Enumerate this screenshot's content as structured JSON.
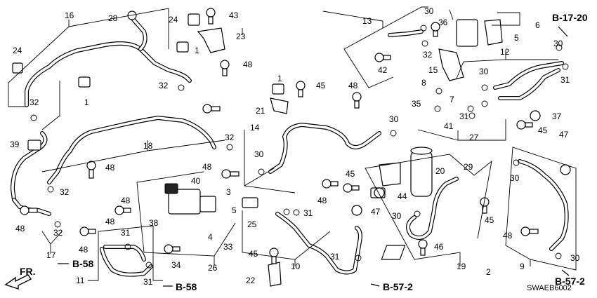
{
  "diagram": {
    "code": "SWAEB6002",
    "fr_label": "FR.",
    "callouts": [
      {
        "text": "16"
      },
      {
        "text": "28"
      },
      {
        "text": "24"
      },
      {
        "text": "43"
      },
      {
        "text": "23"
      },
      {
        "text": "1"
      },
      {
        "text": "48"
      },
      {
        "text": "32"
      },
      {
        "text": "24"
      },
      {
        "text": "1"
      },
      {
        "text": "32"
      },
      {
        "text": "39"
      },
      {
        "text": "18"
      },
      {
        "text": "48"
      },
      {
        "text": "32"
      },
      {
        "text": "48"
      },
      {
        "text": "32"
      },
      {
        "text": "17"
      },
      {
        "text": "48"
      },
      {
        "text": "31"
      },
      {
        "text": "11"
      },
      {
        "text": "31"
      },
      {
        "text": "34"
      },
      {
        "text": "38"
      },
      {
        "text": "40"
      },
      {
        "text": "48"
      },
      {
        "text": "48"
      },
      {
        "text": "3"
      },
      {
        "text": "5"
      },
      {
        "text": "4"
      },
      {
        "text": "33"
      },
      {
        "text": "26"
      },
      {
        "text": "1"
      },
      {
        "text": "45"
      },
      {
        "text": "21"
      },
      {
        "text": "48"
      },
      {
        "text": "32"
      },
      {
        "text": "14"
      },
      {
        "text": "30"
      },
      {
        "text": "48"
      },
      {
        "text": "45"
      },
      {
        "text": "48"
      },
      {
        "text": "25"
      },
      {
        "text": "31"
      },
      {
        "text": "47"
      },
      {
        "text": "45"
      },
      {
        "text": "10"
      },
      {
        "text": "31"
      },
      {
        "text": "22"
      },
      {
        "text": "13"
      },
      {
        "text": "30"
      },
      {
        "text": "36"
      },
      {
        "text": "32"
      },
      {
        "text": "42"
      },
      {
        "text": "30"
      },
      {
        "text": "15"
      },
      {
        "text": "8"
      },
      {
        "text": "7"
      },
      {
        "text": "35"
      },
      {
        "text": "30"
      },
      {
        "text": "31"
      },
      {
        "text": "41"
      },
      {
        "text": "27"
      },
      {
        "text": "6"
      },
      {
        "text": "5"
      },
      {
        "text": "12"
      },
      {
        "text": "30"
      },
      {
        "text": "31"
      },
      {
        "text": "37"
      },
      {
        "text": "45"
      },
      {
        "text": "47"
      },
      {
        "text": "30"
      },
      {
        "text": "20"
      },
      {
        "text": "29"
      },
      {
        "text": "44"
      },
      {
        "text": "30"
      },
      {
        "text": "46"
      },
      {
        "text": "45"
      },
      {
        "text": "19"
      },
      {
        "text": "2"
      },
      {
        "text": "48"
      },
      {
        "text": "9"
      },
      {
        "text": "30"
      }
    ],
    "refs": [
      {
        "text": "B-17-20"
      },
      {
        "text": "B-58"
      },
      {
        "text": "B-58"
      },
      {
        "text": "B-57-2"
      },
      {
        "text": "B-57-2"
      }
    ]
  }
}
